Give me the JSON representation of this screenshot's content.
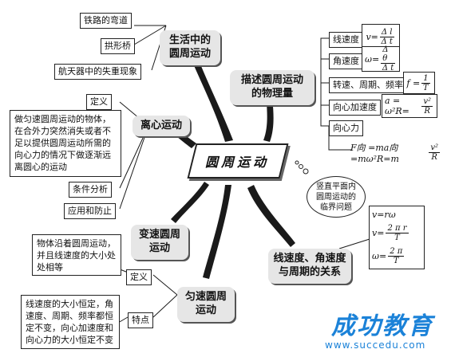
{
  "center": "圆周运动",
  "life": {
    "title_line1": "生活中的",
    "title_line2": "圆周运动",
    "items": [
      "铁路的弯道",
      "拱形桥",
      "航天器中的失重现象"
    ]
  },
  "describe": {
    "title_line1": "描述圆周运动",
    "title_line2": "的物理量",
    "items": [
      "线速度",
      "角速度",
      "转速、周期、频率",
      "向心加速度",
      "向心力"
    ],
    "formulas": {
      "v_lhs": "v=",
      "v_num": "Δ l",
      "v_den": "Δ t",
      "w_lhs": "ω=",
      "w_num": "Δ θ",
      "w_den": "Δ t",
      "f_lhs": "f =",
      "f_num": "1",
      "f_den": "T",
      "a_lhs": "a = ω²R=",
      "a_num": "v²",
      "a_den": "R",
      "F_lhs": "F向 =ma向=mω²R=m",
      "F_num": "v²",
      "F_den": "R"
    }
  },
  "centrifugal": {
    "title": "离心运动",
    "items": [
      "定义",
      "条件分析",
      "应用和防止"
    ],
    "definition": "做匀速圆周运动的物体，在合外力突然消失或者不足以提供圆周运动所需的向心力的情况下做逐渐远离圆心的运动"
  },
  "vertical": {
    "line1": "竖直平面内",
    "line2": "圆周运动的",
    "line3": "临界问题"
  },
  "variable": {
    "title_line1": "变速圆周",
    "title_line2": "运动"
  },
  "relation": {
    "title_line1": "线速度、角速度",
    "title_line2": "与周期的关系",
    "formulas": {
      "f1": "v=rω",
      "f2_lhs": "v=",
      "f2_num": "2 π r",
      "f2_den": "T",
      "f3_lhs": "ω=",
      "f3_num": "2 π",
      "f3_den": "T"
    }
  },
  "uniform": {
    "title_line1": "匀速圆周",
    "title_line2": "运动",
    "items": [
      "定义",
      "特点"
    ],
    "definition": "物体沿着圆周运动，并且线速度的大小处处相等",
    "feature": "线速度的大小恒定，角速度、周期、频率都恒定不变，向心加速度和向心力的大小恒定不变"
  },
  "logo": {
    "text": "成功教育",
    "url": "www.succedu.com",
    "color": "#1b82d8"
  }
}
